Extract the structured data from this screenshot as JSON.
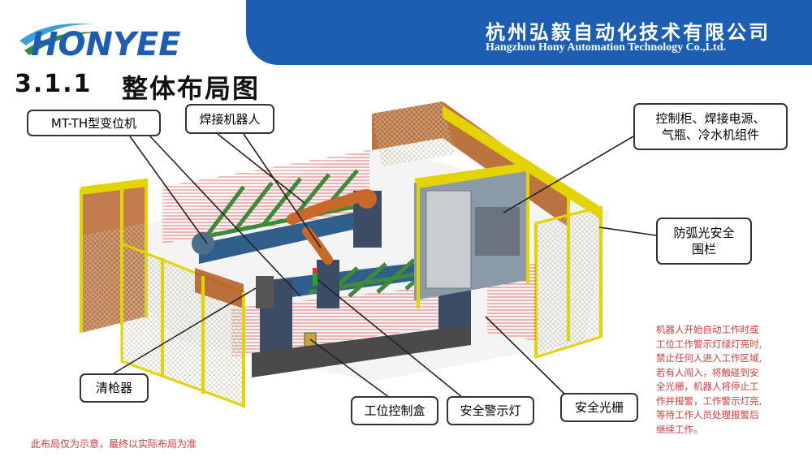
{
  "header": {
    "logo_text": "HONYEE",
    "company_cn": "杭州弘毅自动化技术有限公司",
    "company_en": "Hangzhou Hony Automation Technology Co.,Ltd."
  },
  "title": {
    "number": "3.1.1",
    "text": "整体布局图"
  },
  "labels": {
    "positioner": "MT-TH型变位机",
    "welding_robot": "焊接机器人",
    "control_cabinet_line1": "控制柜、焊接电源、",
    "control_cabinet_line2": "气瓶、冷水机组件",
    "arc_fence_line1": "防弧光安全",
    "arc_fence_line2": "围栏",
    "gun_cleaner": "清枪器",
    "station_control_box": "工位控制盒",
    "warning_light": "安全警示灯",
    "light_curtain": "安全光栅"
  },
  "note_lines": [
    "机器人开始自动工作时或",
    "工位工作警示灯绿灯亮时,",
    "禁止任何人进入工作区域,",
    "若有人闯入，将触碰到安",
    "全光栅，机器人将停止工",
    "作并报警，工作警示灯亮,",
    "等待工作人员处理报警后",
    "继续工作。"
  ],
  "footer_note": "此布局仅为示意，最终以实际布局为准",
  "colors": {
    "header_blue": "#1d5eb3",
    "fence_yellow": "#e3d400",
    "fence_wall": "#b25a1f",
    "beam_green": "#3e8a3a",
    "robot_orange": "#c8682a",
    "note_red": "#d63a3a",
    "curtain_red": "#e05555"
  }
}
